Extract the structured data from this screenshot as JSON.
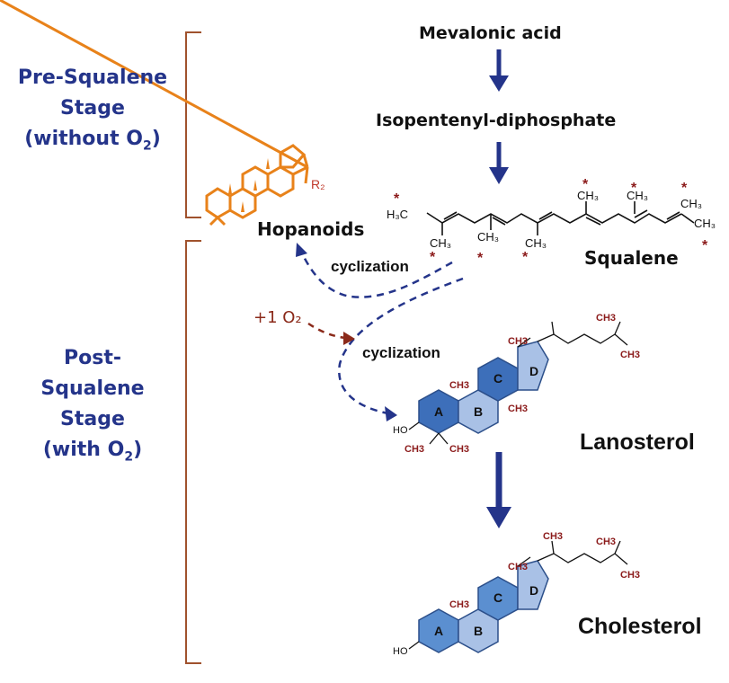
{
  "stages": {
    "pre": {
      "line1": "Pre-Squalene",
      "line2": "Stage",
      "line3_prefix": "(without O",
      "line3_sub": "2",
      "line3_suffix": ")"
    },
    "post": {
      "line1": "Post-",
      "line2": "Squalene",
      "line3": "Stage",
      "line4_prefix": "(with O",
      "line4_sub": "2",
      "line4_suffix": ")"
    }
  },
  "pathway": {
    "mevalonic": "Mevalonic acid",
    "ipp": "Isopentenyl-diphosphate",
    "squalene": "Squalene",
    "hopanoids": "Hopanoids",
    "cyclization_1": "cyclization",
    "cyclization_2": "cyclization",
    "oxygen": "+1 O₂",
    "lanosterol": "Lanosterol",
    "cholesterol": "Cholesterol"
  },
  "squalene_labels": {
    "h3c": "H₃C",
    "ch3": "CH₃",
    "star": "*"
  },
  "ring_labels": {
    "a": "A",
    "b": "B",
    "c": "C",
    "d": "D"
  },
  "sterol_labels": {
    "ch3": "CH3",
    "ho": "HO",
    "r2": "R₂"
  },
  "colors": {
    "stage_text": "#24348a",
    "arrow": "#24348a",
    "bracket": "#a0522d",
    "hopanoid": "#e8821a",
    "star": "#8b1a1a",
    "ring_dark": "#3d6fba",
    "ring_mid": "#5b8fd0",
    "ring_light": "#a9c1e6",
    "methyl_text": "#8b1a1a",
    "oxygen_arrow": "#8b2a1a"
  }
}
